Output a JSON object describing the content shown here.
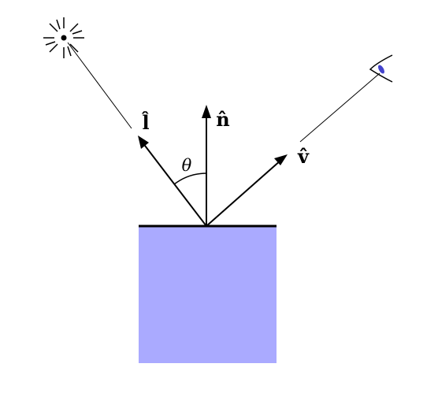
{
  "diagram": {
    "labels": {
      "light_vector": "l̂",
      "normal_vector": "n̂",
      "view_vector": "v̂",
      "angle": "θ"
    },
    "icons": {
      "light_source": "sun-icon",
      "viewer": "eye-icon"
    },
    "colors": {
      "surface_fill": "#aaaaff",
      "line": "#000000",
      "eye_iris": "#4444cc"
    }
  }
}
